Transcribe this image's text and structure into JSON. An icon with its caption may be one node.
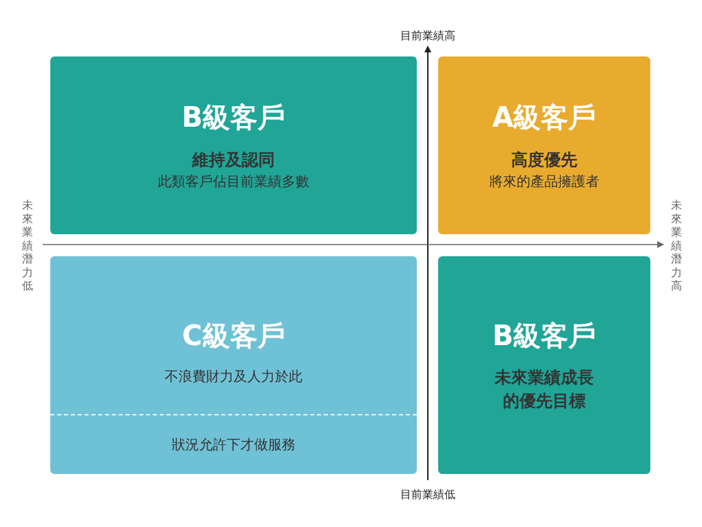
{
  "diagram": {
    "nodes": [
      {
        "text": [
          "B級客戶",
          "維持及認同",
          "此類客戶佔目前業績多數"
        ]
      },
      {
        "text": [
          "A級客戶",
          "高度優先",
          "將來的產品擁護者"
        ]
      },
      {
        "text": [
          "C級客戶",
          "不浪費財力及人力於此",
          "狀況允許下才做服務"
        ]
      },
      {
        "text": [
          "B級客戶",
          "未來業績成長的優先目標"
        ]
      }
    ],
    "labels": [
      "目前業績高",
      "未來業績潛力低",
      "未來業績潛力高",
      "目前業績低"
    ]
  }
}
